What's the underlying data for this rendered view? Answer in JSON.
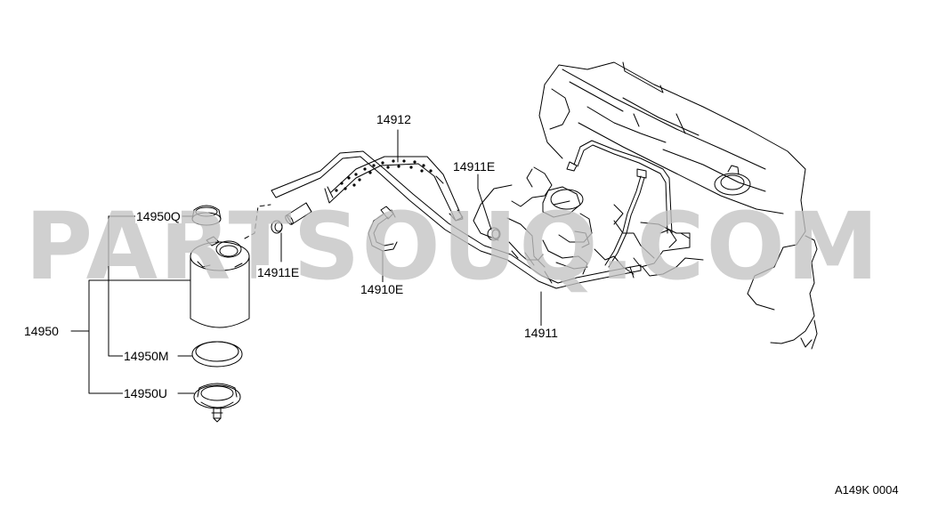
{
  "colors": {
    "line": "#000000",
    "watermark": "#c4c4c4"
  },
  "watermark": "PARTSOUQ.COM",
  "reference_code": "A149K 0004",
  "parts": {
    "p14950": "14950",
    "p14950q": "14950Q",
    "p14950m": "14950M",
    "p14950u": "14950U",
    "p14911e_left": "14911E",
    "p14911e_right": "14911E",
    "p14912": "14912",
    "p14910e": "14910E",
    "p14911": "14911"
  }
}
